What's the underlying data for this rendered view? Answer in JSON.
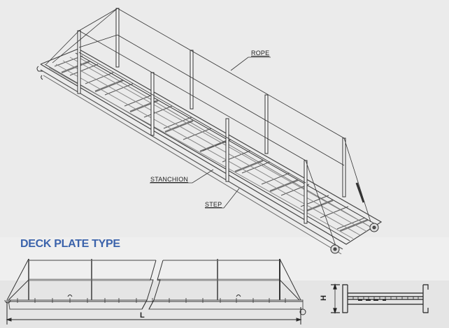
{
  "title": "DECK PLATE TYPE",
  "callouts": {
    "rope": "ROPE",
    "stanchion": "STANCHION",
    "step": "STEP"
  },
  "dimensions": {
    "length": "L",
    "height": "H"
  },
  "colors": {
    "title": "#3b63ab",
    "background_top": "#ebebeb",
    "background_bottom": "#e5e5e5",
    "line": "#222222"
  }
}
